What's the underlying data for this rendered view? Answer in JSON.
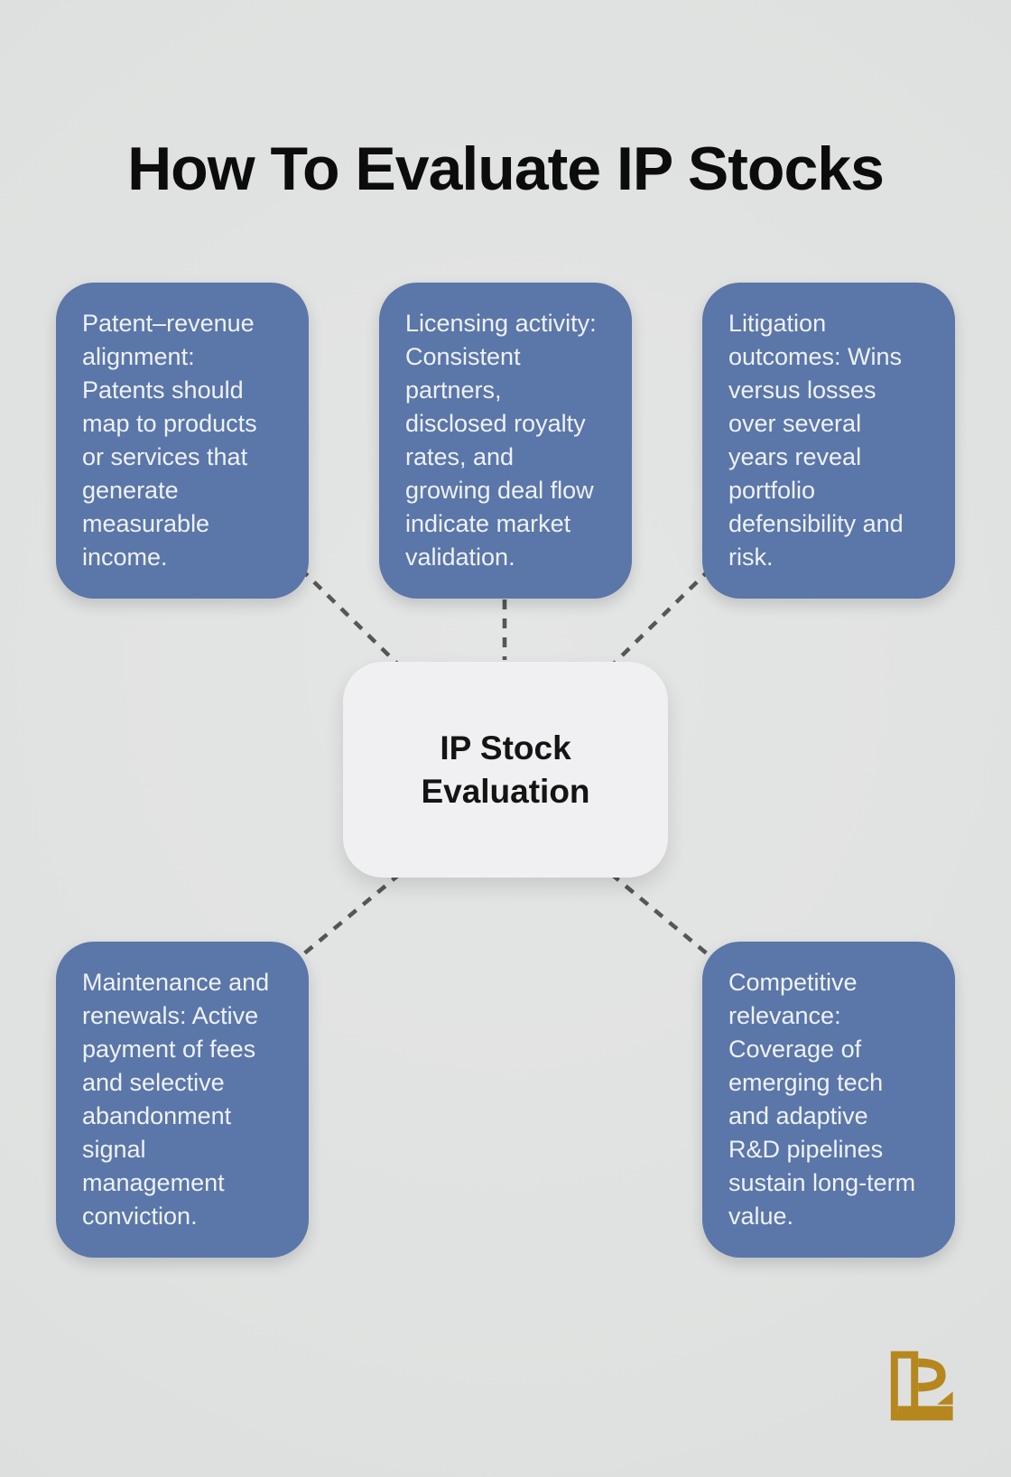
{
  "title": "How To Evaluate IP Stocks",
  "center": {
    "label": "IP Stock Evaluation"
  },
  "nodes": [
    {
      "id": "patent-revenue-alignment",
      "text": "Patent–revenue alignment: Patents should map to products or services that generate measurable income."
    },
    {
      "id": "licensing-activity",
      "text": "Licensing activity: Consistent partners, disclosed royalty rates, and growing deal flow indicate market validation."
    },
    {
      "id": "litigation-outcomes",
      "text": "Litigation outcomes: Wins versus losses over several years reveal portfolio defensibility and risk."
    },
    {
      "id": "maintenance-renewals",
      "text": "Maintenance and renewals: Active payment of fees and selective abandonment signal management conviction."
    },
    {
      "id": "competitive-relevance",
      "text": "Competitive relevance: Coverage of emerging tech and adaptive R&D pipelines sustain long-term value."
    }
  ],
  "colors": {
    "background": "#e0e2e1",
    "node_bg": "#5b76a8",
    "node_text": "#eef2f7",
    "center_bg": "#f0f0f2",
    "center_text": "#141414",
    "connector": "#565656",
    "title": "#0c0c0c",
    "logo_gold": "#b5871e"
  }
}
